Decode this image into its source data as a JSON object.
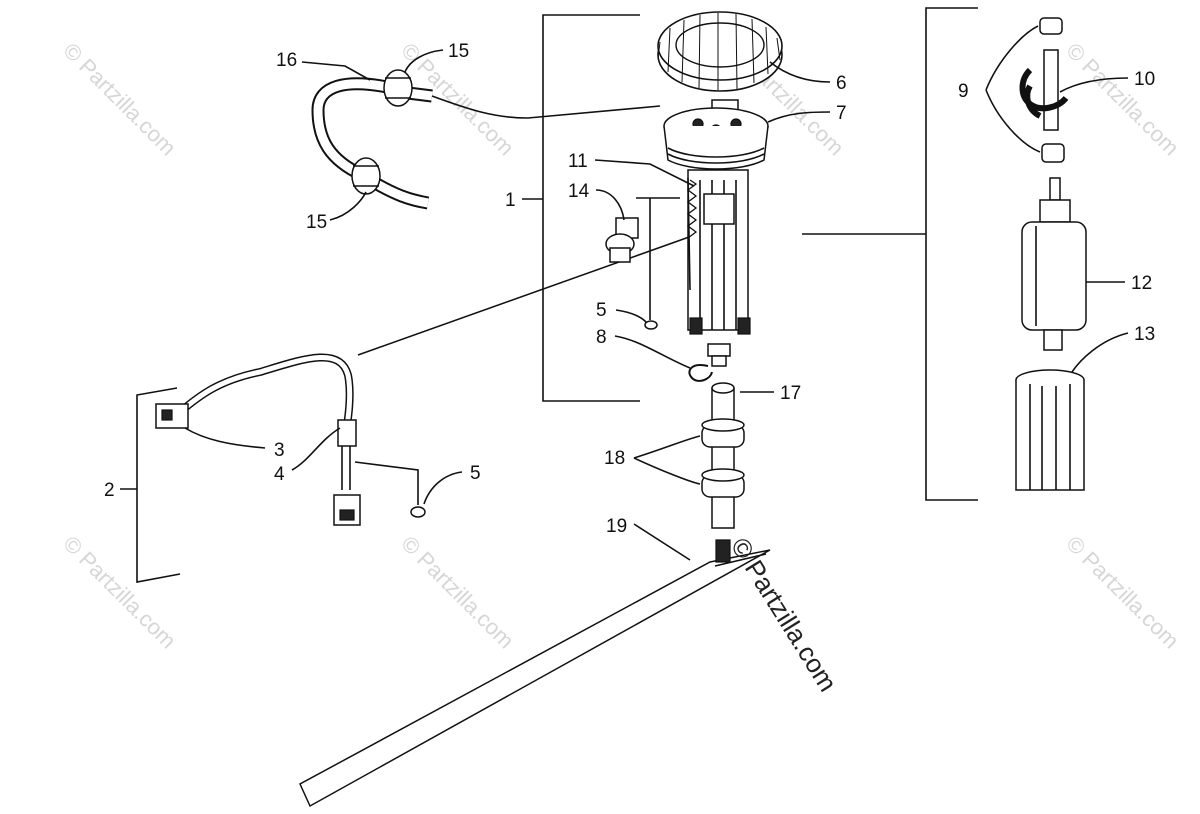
{
  "watermarks": {
    "small": "© Partzilla.com",
    "main": "© Partzilla.com"
  },
  "callouts": {
    "c1": "1",
    "c2": "2",
    "c3": "3",
    "c4": "4",
    "c5a": "5",
    "c5b": "5",
    "c6": "6",
    "c7": "7",
    "c8": "8",
    "c9": "9",
    "c10": "10",
    "c11": "11",
    "c12": "12",
    "c13": "13",
    "c14": "14",
    "c15a": "15",
    "c15b": "15",
    "c16": "16",
    "c17": "17",
    "c18": "18",
    "c19": "19"
  },
  "colors": {
    "line": "#111111",
    "watermark": "#d6d6d6"
  }
}
